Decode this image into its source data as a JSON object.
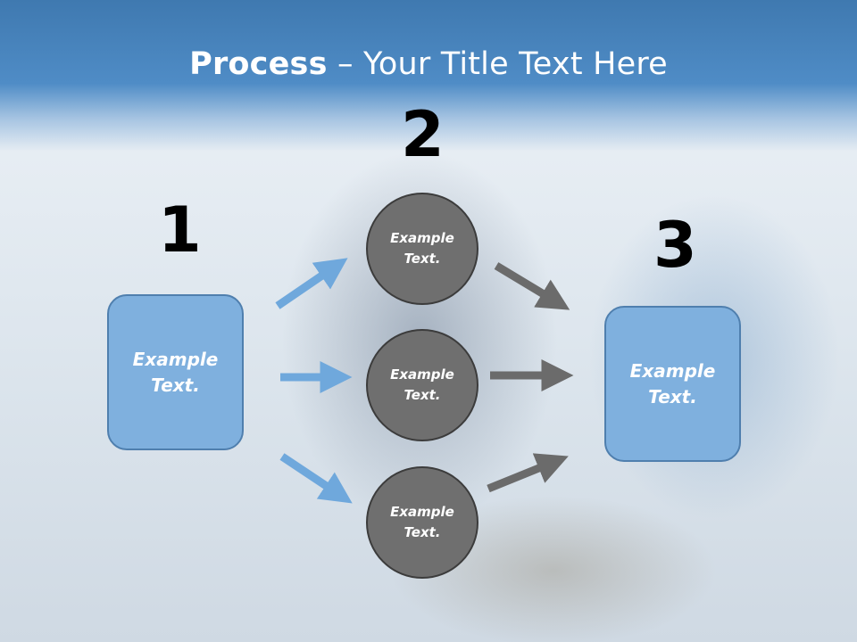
{
  "slide": {
    "title_bold": "Process",
    "title_rest": " – Your Title Text Here"
  },
  "steps": {
    "one": "1",
    "two": "2",
    "three": "3"
  },
  "boxes": {
    "left": "Example\nText.",
    "right": "Example\nText."
  },
  "circles": {
    "top": "Example\nText.",
    "middle": "Example\nText.",
    "bottom": "Example\nText."
  },
  "colors": {
    "header": "#4a86c0",
    "box_fill": "#7fb0de",
    "circle_fill": "#6f6f6f",
    "arrow_blue": "#6fa8dc",
    "arrow_gray": "#6b6b6b"
  }
}
